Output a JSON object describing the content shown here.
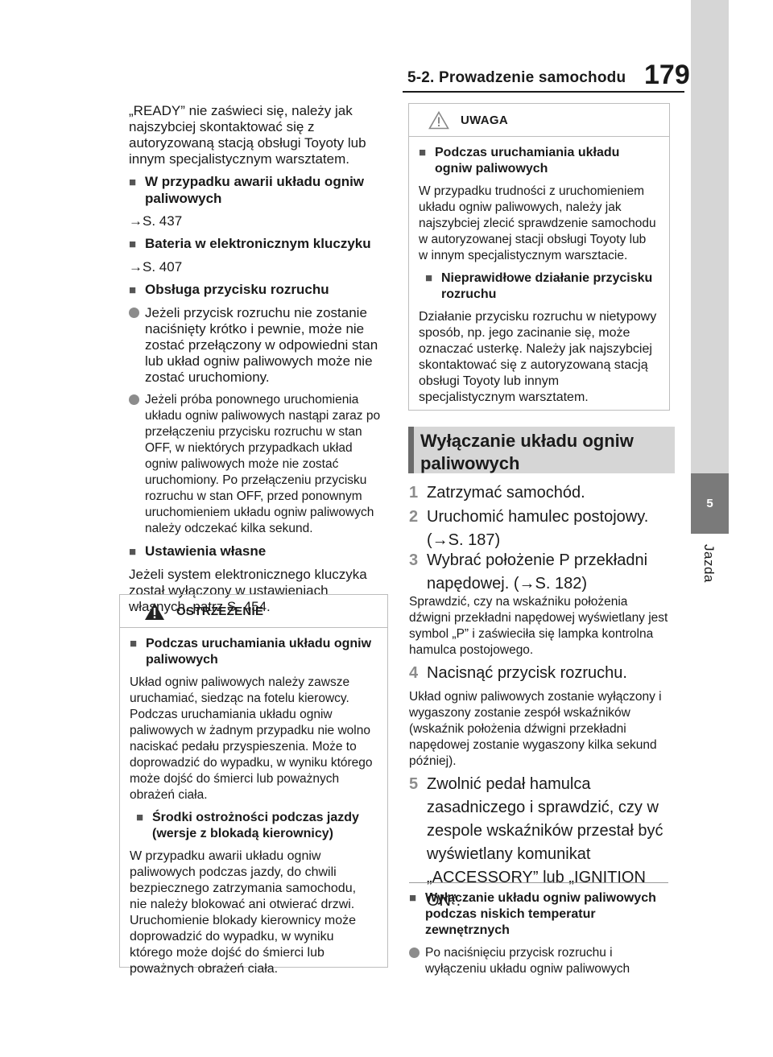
{
  "header": {
    "section": "5-2. Prowadzenie samochodu",
    "page_number": "179"
  },
  "side_tab": {
    "chapter_number": "5",
    "chapter_label": "Jazda"
  },
  "left": {
    "intro": "„READY” nie zaświeci się, należy jak najszybciej skontaktować się z autoryzowaną stacją obsługi Toyoty lub innym specjalistycznym warsztatem.",
    "h1": "W przypadku awarii układu ogniw paliwowych",
    "ref1": "→S. 437",
    "h2": "Bateria w elektronicznym kluczyku",
    "ref2": "→S. 407",
    "h3": "Obsługa przycisku rozruchu",
    "b1": "Jeżeli przycisk rozruchu nie zostanie naciśnięty krótko i pewnie, może nie zostać przełączony w odpowiedni stan lub układ ogniw paliwowych może nie zostać uruchomiony.",
    "b2": "Jeżeli próba ponownego uruchomienia układu ogniw paliwowych nastąpi zaraz po przełączeniu przycisku rozruchu w stan OFF, w niektórych przypadkach układ ogniw paliwowych może nie zostać uruchomiony. Po przełączeniu przycisku rozruchu w stan OFF, przed ponownym uruchomieniem układu ogniw paliwowych należy odczekać kilka sekund.",
    "h4": "Ustawienia własne",
    "p4": "Jeżeli system elektronicznego kluczyka został wyłączony w ustawieniach własnych, patrz S. 454."
  },
  "warning_box": {
    "title": "OSTRZEŻENIE",
    "h1": "Podczas uruchamiania układu ogniw paliwowych",
    "p1": "Układ ogniw paliwowych należy zawsze uruchamiać, siedząc na fotelu kierowcy. Podczas uruchamiania układu ogniw paliwowych w żadnym przypadku nie wolno naciskać pedału przyspieszenia. Może to doprowadzić do wypadku, w wyniku którego może dojść do śmierci lub poważnych obrażeń ciała.",
    "h2": "Środki ostrożności podczas jazdy (wersje z blokadą kierownicy)",
    "p2": "W przypadku awarii układu ogniw paliwowych podczas jazdy, do chwili bezpiecznego zatrzymania samochodu, nie należy blokować ani otwierać drzwi. Uruchomienie blokady kierownicy może doprowadzić do wypadku, w wyniku którego może dojść do śmierci lub poważnych obrażeń ciała."
  },
  "caution_box": {
    "title": "UWAGA",
    "h1": "Podczas uruchamiania układu ogniw paliwowych",
    "p1": "W przypadku trudności z uruchomieniem układu ogniw paliwowych, należy jak najszybciej zlecić sprawdzenie samochodu w autoryzowanej stacji obsługi Toyoty lub w innym specjalistycznym warsztacie.",
    "h2": "Nieprawidłowe działanie przycisku rozruchu",
    "p2": "Działanie przycisku rozruchu w nietypowy sposób, np. jego zacinanie się, może oznaczać usterkę. Należy jak najszybciej skontaktować się z autoryzowaną stacją obsługi Toyoty lub innym specjalistycznym warsztatem."
  },
  "section": {
    "title": "Wyłączanie układu ogniw paliwowych",
    "steps": [
      {
        "n": "1",
        "text": "Zatrzymać samochód."
      },
      {
        "n": "2",
        "text": "Uruchomić hamulec postojowy. (→S. 187)"
      },
      {
        "n": "3",
        "text": "Wybrać położenie P przekładni napędowej. (→S. 182)"
      },
      {
        "n": "4",
        "text": "Nacisnąć przycisk rozruchu."
      },
      {
        "n": "5",
        "text": "Zwolnić pedał hamulca zasadniczego i sprawdzić, czy w zespole wskaźników przestał być wyświetlany komunikat „ACCESSORY” lub „IGNITION ON”."
      }
    ],
    "note3": "Sprawdzić, czy na wskaźniku położenia dźwigni przekładni napędowej wyświetlany jest symbol „P” i zaświeciła się lampka kontrolna hamulca postojowego.",
    "note4": "Układ ogniw paliwowych zostanie wyłączony i wygaszony zostanie zespół wskaźników (wskaźnik położenia dźwigni przekładni napędowej zostanie wygaszony kilka sekund później).",
    "h_bottom": "Wyłączanie układu ogniw paliwowych podczas niskich temperatur zewnętrznych",
    "b_bottom": "Po naciśnięciu przycisk rozruchu i wyłączeniu układu ogniw paliwowych"
  }
}
